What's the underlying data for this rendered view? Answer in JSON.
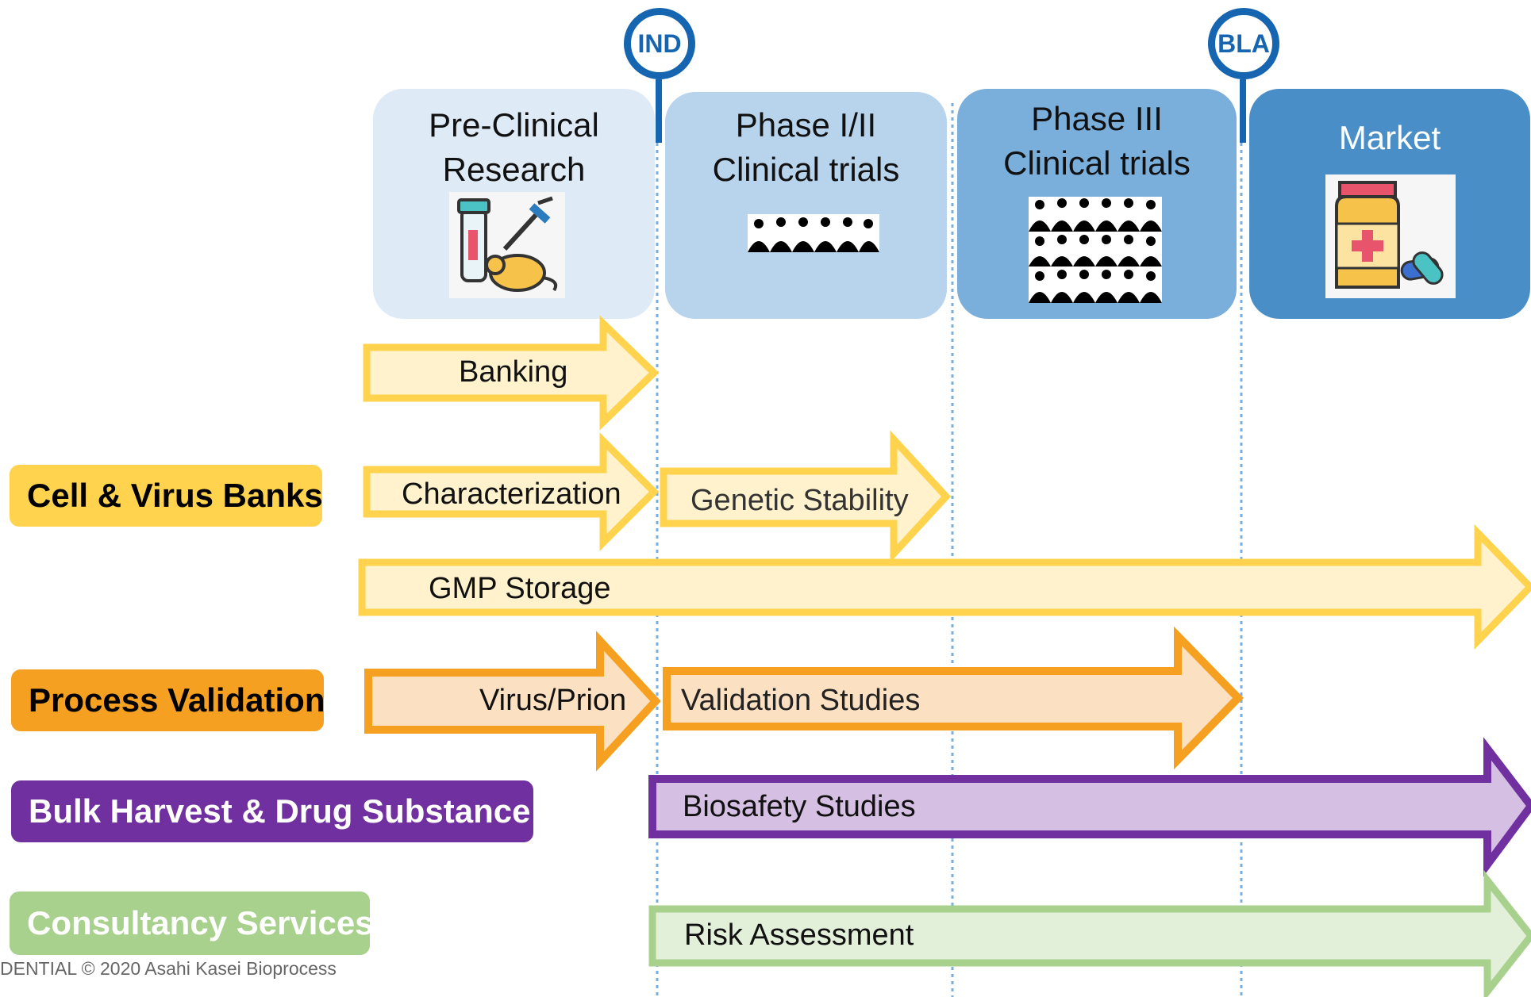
{
  "milestones": [
    {
      "label": "IND"
    },
    {
      "label": "BLA"
    }
  ],
  "phases": [
    {
      "title": [
        "Pre-Clinical",
        "Research"
      ],
      "icon": "lab-mouse-test-tube-icon",
      "color": "#deebf7"
    },
    {
      "title": [
        "Phase I/II",
        "Clinical trials"
      ],
      "icon": "people-group-small-icon",
      "color": "#b8d3ec"
    },
    {
      "title": [
        "Phase III",
        "Clinical trials"
      ],
      "icon": "people-group-large-icon",
      "color": "#7aaedb"
    },
    {
      "title": [
        "Market"
      ],
      "icon": "medicine-bottle-pills-icon",
      "color": "#4a8ec8"
    }
  ],
  "categories": [
    {
      "label": "Cell & Virus Banks",
      "color": "#ffd34d",
      "text_color": "#000000"
    },
    {
      "label": "Process Validation",
      "color": "#f5a020",
      "text_color": "#000000"
    },
    {
      "label": "Bulk Harvest & Drug Substance",
      "color": "#7030a0",
      "text_color": "#ffffff"
    },
    {
      "label": "Consultancy Services",
      "color": "#a9d18e",
      "text_color": "#ffffff"
    }
  ],
  "arrows": [
    {
      "label": "Banking",
      "category": "Cell & Virus Banks"
    },
    {
      "label": "Characterization",
      "category": "Cell & Virus Banks"
    },
    {
      "label": "Genetic Stability",
      "category": "Cell & Virus Banks"
    },
    {
      "label": "GMP Storage",
      "category": "Cell & Virus Banks"
    },
    {
      "label": "Virus/Prion",
      "category": "Process Validation"
    },
    {
      "label": "Validation Studies",
      "category": "Process Validation"
    },
    {
      "label": "Biosafety Studies",
      "category": "Bulk Harvest & Drug Substance"
    },
    {
      "label": "Risk Assessment",
      "category": "Consultancy Services"
    }
  ],
  "footer": "DENTIAL © 2020 Asahi Kasei Bioprocess"
}
